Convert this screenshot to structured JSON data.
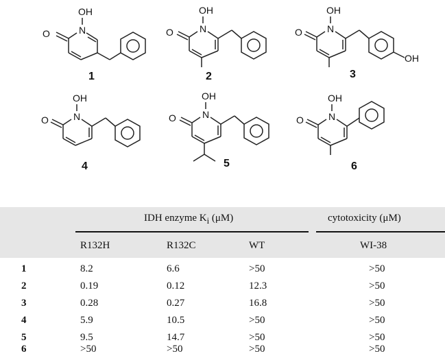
{
  "compounds": [
    {
      "id": "1",
      "labels": {
        "oh": "OH",
        "o": "O",
        "n": "N"
      }
    },
    {
      "id": "2",
      "labels": {
        "oh": "OH",
        "o": "O",
        "n": "N"
      }
    },
    {
      "id": "3",
      "labels": {
        "oh": "OH",
        "o": "O",
        "n": "N",
        "oh2": "OH"
      }
    },
    {
      "id": "4",
      "labels": {
        "oh": "OH",
        "o": "O",
        "n": "N"
      }
    },
    {
      "id": "5",
      "labels": {
        "oh": "OH",
        "o": "O",
        "n": "N"
      }
    },
    {
      "id": "6",
      "labels": {
        "oh": "OH",
        "o": "O",
        "n": "N"
      }
    }
  ],
  "table": {
    "group1": "IDH enzyme K",
    "group1_sub": "i",
    "group1_unit": "(μM)",
    "group2": "cytotoxicity (μM)",
    "columns": [
      "R132H",
      "R132C",
      "WT",
      "WI-38"
    ],
    "rows": [
      {
        "id": "1",
        "values": [
          "8.2",
          "6.6",
          ">50",
          ">50"
        ]
      },
      {
        "id": "2",
        "values": [
          "0.19",
          "0.12",
          "12.3",
          ">50"
        ]
      },
      {
        "id": "3",
        "values": [
          "0.28",
          "0.27",
          "16.8",
          ">50"
        ]
      },
      {
        "id": "4",
        "values": [
          "5.9",
          "10.5",
          ">50",
          ">50"
        ]
      },
      {
        "id": "5",
        "values": [
          "9.5",
          "14.7",
          ">50",
          ">50"
        ]
      },
      {
        "id": "6",
        "values": [
          ">50",
          ">50",
          ">50",
          ">50"
        ]
      }
    ]
  }
}
